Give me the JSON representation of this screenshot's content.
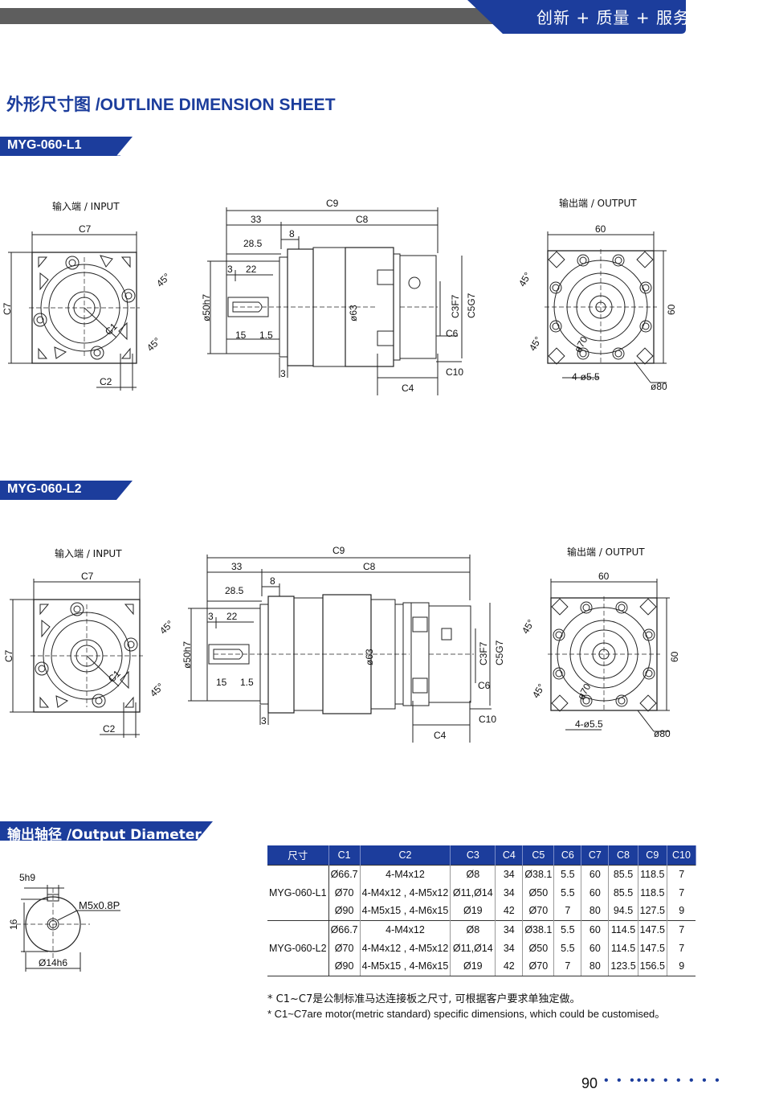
{
  "header": {
    "slogan": "创新 + 质量 + 服务",
    "accent": "#1c3d9c"
  },
  "title": "外形尺寸图 /OUTLINE DIMENSION SHEET",
  "model_l1": "MYG-060-L1",
  "model_l2": "MYG-060-L2",
  "drawing_labels": {
    "input": "输入端 / INPUT",
    "output": "输出端 / OUTPUT",
    "c7": "C7",
    "c1": "C1",
    "c2": "C2",
    "deg45": "45°",
    "c9": "C9",
    "c8": "C8",
    "d33": "33",
    "d8": "8",
    "d28_5": "28.5",
    "d3": "3",
    "d22": "22",
    "d15": "15",
    "d1_5": "1.5",
    "d50": "ø50h7",
    "d63": "ø63",
    "c3": "C3F7",
    "c5": "C5G7",
    "c6": "C6",
    "c10": "C10",
    "c4": "C4",
    "d60": "60",
    "d70": "ø70",
    "holes": "4-ø5.5",
    "d80": "ø80"
  },
  "output_diameter_title": "输出轴径 /Output Diameter",
  "shaft_labels": {
    "key": "5h9",
    "thread": "M5x0.8P",
    "height": "16",
    "dia": "Ø14h6"
  },
  "table": {
    "headers": [
      "尺寸",
      "C1",
      "C2",
      "C3",
      "C4",
      "C5",
      "C6",
      "C7",
      "C8",
      "C9",
      "C10"
    ],
    "groups": [
      {
        "model": "MYG-060-L1",
        "rows": [
          [
            "Ø66.7",
            "4-M4x12",
            "Ø8",
            "34",
            "Ø38.1",
            "5.5",
            "60",
            "85.5",
            "118.5",
            "7"
          ],
          [
            "Ø70",
            "4-M4x12 , 4-M5x12",
            "Ø11,Ø14",
            "34",
            "Ø50",
            "5.5",
            "60",
            "85.5",
            "118.5",
            "7"
          ],
          [
            "Ø90",
            "4-M5x15 , 4-M6x15",
            "Ø19",
            "42",
            "Ø70",
            "7",
            "80",
            "94.5",
            "127.5",
            "9"
          ]
        ]
      },
      {
        "model": "MYG-060-L2",
        "rows": [
          [
            "Ø66.7",
            "4-M4x12",
            "Ø8",
            "34",
            "Ø38.1",
            "5.5",
            "60",
            "114.5",
            "147.5",
            "7"
          ],
          [
            "Ø70",
            "4-M4x12 , 4-M5x12",
            "Ø11,Ø14",
            "34",
            "Ø50",
            "5.5",
            "60",
            "114.5",
            "147.5",
            "7"
          ],
          [
            "Ø90",
            "4-M5x15 , 4-M6x15",
            "Ø19",
            "42",
            "Ø70",
            "7",
            "80",
            "123.5",
            "156.5",
            "9"
          ]
        ]
      }
    ]
  },
  "notes": {
    "cn": "* C1~C7是公制标准马达连接板之尺寸, 可根据客户要求单独定做。",
    "en": "* C1~C7are motor(metric standard)  specific dimensions, which could be customised。"
  },
  "page_number": "90"
}
